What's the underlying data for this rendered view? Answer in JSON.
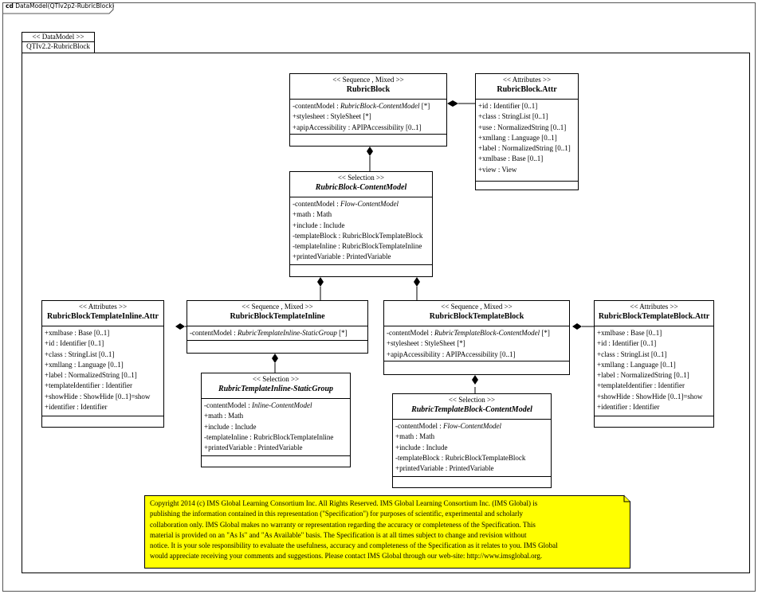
{
  "frame": {
    "kind": "cd",
    "title": "DataModel(QTIv2p2-RubricBlock)"
  },
  "package": {
    "stereotype": "<< DataModel >>",
    "name": "QTIv2.2-RubricBlock"
  },
  "classes": {
    "rubricBlock": {
      "stereotype": "<< Sequence , Mixed >>",
      "name": "RubricBlock",
      "italic": false,
      "attrs": [
        {
          "pre": "-contentModel : ",
          "ital": "RubricBlock-ContentModel",
          "post": " [*]"
        },
        {
          "pre": "+stylesheet : StyleSheet [*]"
        },
        {
          "pre": "+apipAccessibility   : APIPAccessibility  [0..1]"
        }
      ]
    },
    "rubricBlockAttr": {
      "stereotype": "<< Attributes >>",
      "name": "RubricBlock.Attr",
      "italic": false,
      "attrs": [
        {
          "pre": "+id : Identifier  [0..1]"
        },
        {
          "pre": "+class : StringList  [0..1]"
        },
        {
          "pre": "+use : NormalizedString  [0..1]"
        },
        {
          "pre": "+xmllang  : Language  [0..1]"
        },
        {
          "pre": "+label : NormalizedString  [0..1]"
        },
        {
          "pre": "+xmlbase : Base [0..1]"
        },
        {
          "pre": "+view : View"
        }
      ]
    },
    "rubricBlockContentModel": {
      "stereotype": "<< Selection >>",
      "name": "RubricBlock-ContentModel",
      "italic": true,
      "attrs": [
        {
          "pre": "-contentModel : ",
          "ital": "Flow-ContentModel"
        },
        {
          "pre": "+math : Math"
        },
        {
          "pre": "+include : Include"
        },
        {
          "pre": "-templateBlock  : RubricBlockTemplateBlock"
        },
        {
          "pre": "-templateInline   : RubricBlockTemplateInline"
        },
        {
          "pre": "+printedVariable  : PrintedVariable"
        }
      ]
    },
    "templateInlineAttr": {
      "stereotype": "<< Attributes >>",
      "name": "RubricBlockTemplateInline.Attr",
      "italic": false,
      "attrs": [
        {
          "pre": "+xmlbase : Base [0..1]"
        },
        {
          "pre": "+id : Identifier  [0..1]"
        },
        {
          "pre": "+class : StringList  [0..1]"
        },
        {
          "pre": "+xmllang  : Language  [0..1]"
        },
        {
          "pre": "+label : NormalizedString   [0..1]"
        },
        {
          "pre": "+templateIdentifier   : Identifier"
        },
        {
          "pre": "+showHide : ShowHide [0..1]=show"
        },
        {
          "pre": "+identifier  : Identifier"
        }
      ]
    },
    "templateInline": {
      "stereotype": "<< Sequence , Mixed >>",
      "name": "RubricBlockTemplateInline",
      "italic": false,
      "attrs": [
        {
          "pre": "-contentModel : ",
          "ital": "RubricTemplateInline-StaticGroup",
          "post": " [*]"
        }
      ]
    },
    "templateBlock": {
      "stereotype": "<< Sequence , Mixed >>",
      "name": "RubricBlockTemplateBlock",
      "italic": false,
      "attrs": [
        {
          "pre": "-contentModel : ",
          "ital": "RubricTemplateBlock-ContentModel",
          "post": " [*]"
        },
        {
          "pre": "+stylesheet : StyleSheet [*]"
        },
        {
          "pre": "+apipAccessibility   : APIPAccessibility  [0..1]"
        }
      ]
    },
    "templateBlockAttr": {
      "stereotype": "<< Attributes >>",
      "name": "RubricBlockTemplateBlock.Attr",
      "italic": false,
      "attrs": [
        {
          "pre": "+xmlbase : Base [0..1]"
        },
        {
          "pre": "+id : Identifier  [0..1]"
        },
        {
          "pre": "+class : StringList  [0..1]"
        },
        {
          "pre": "+xmllang  : Language  [0..1]"
        },
        {
          "pre": "+label : NormalizedString   [0..1]"
        },
        {
          "pre": "+templateIdentifier   : Identifier"
        },
        {
          "pre": "+showHide : ShowHide [0..1]=show"
        },
        {
          "pre": "+identifier  : Identifier"
        }
      ]
    },
    "inlineStaticGroup": {
      "stereotype": "<< Selection >>",
      "name": "RubricTemplateInline-StaticGroup",
      "italic": true,
      "attrs": [
        {
          "pre": "-contentModel : ",
          "ital": "Inline-ContentModel"
        },
        {
          "pre": "+math : Math"
        },
        {
          "pre": "+include : Include"
        },
        {
          "pre": "-templateInline   : RubricBlockTemplateInline"
        },
        {
          "pre": "+printedVariable  : PrintedVariable"
        }
      ]
    },
    "blockContentModel": {
      "stereotype": "<< Selection >>",
      "name": "RubricTemplateBlock-ContentModel",
      "italic": true,
      "attrs": [
        {
          "pre": "-contentModel : ",
          "ital": "Flow-ContentModel"
        },
        {
          "pre": "+math : Math"
        },
        {
          "pre": "+include : Include"
        },
        {
          "pre": "-templateBlock  : RubricBlockTemplateBlock"
        },
        {
          "pre": "+printedVariable  : PrintedVariable"
        }
      ]
    }
  },
  "note": {
    "lines": [
      "Copyright  2014 (c) IMS Global Learning Consortium Inc.  All Rights Reserved.  IMS Global Learning Consortium Inc. (IMS Global) is",
      "publishing the information contained in this representation (\"Specification\") for purposes of scientific, experimental and scholarly",
      "collaboration only.  IMS Global makes no warranty or representation regarding the accuracy or completeness of the Specification.  This",
      "material is provided on an \"As Is\" and \"As Available\" basis.  The Specification is at all times subject to change and revision without",
      "notice.  It is your sole responsibility to evaluate the usefulness, accuracy and completeness of the Specification as it relates to you.  IMS Global",
      "would appreciate receiving your comments and suggestions.  Please contact IMS Global through our web-site: http://www.imsglobal.org."
    ],
    "color": "#ffff00"
  }
}
